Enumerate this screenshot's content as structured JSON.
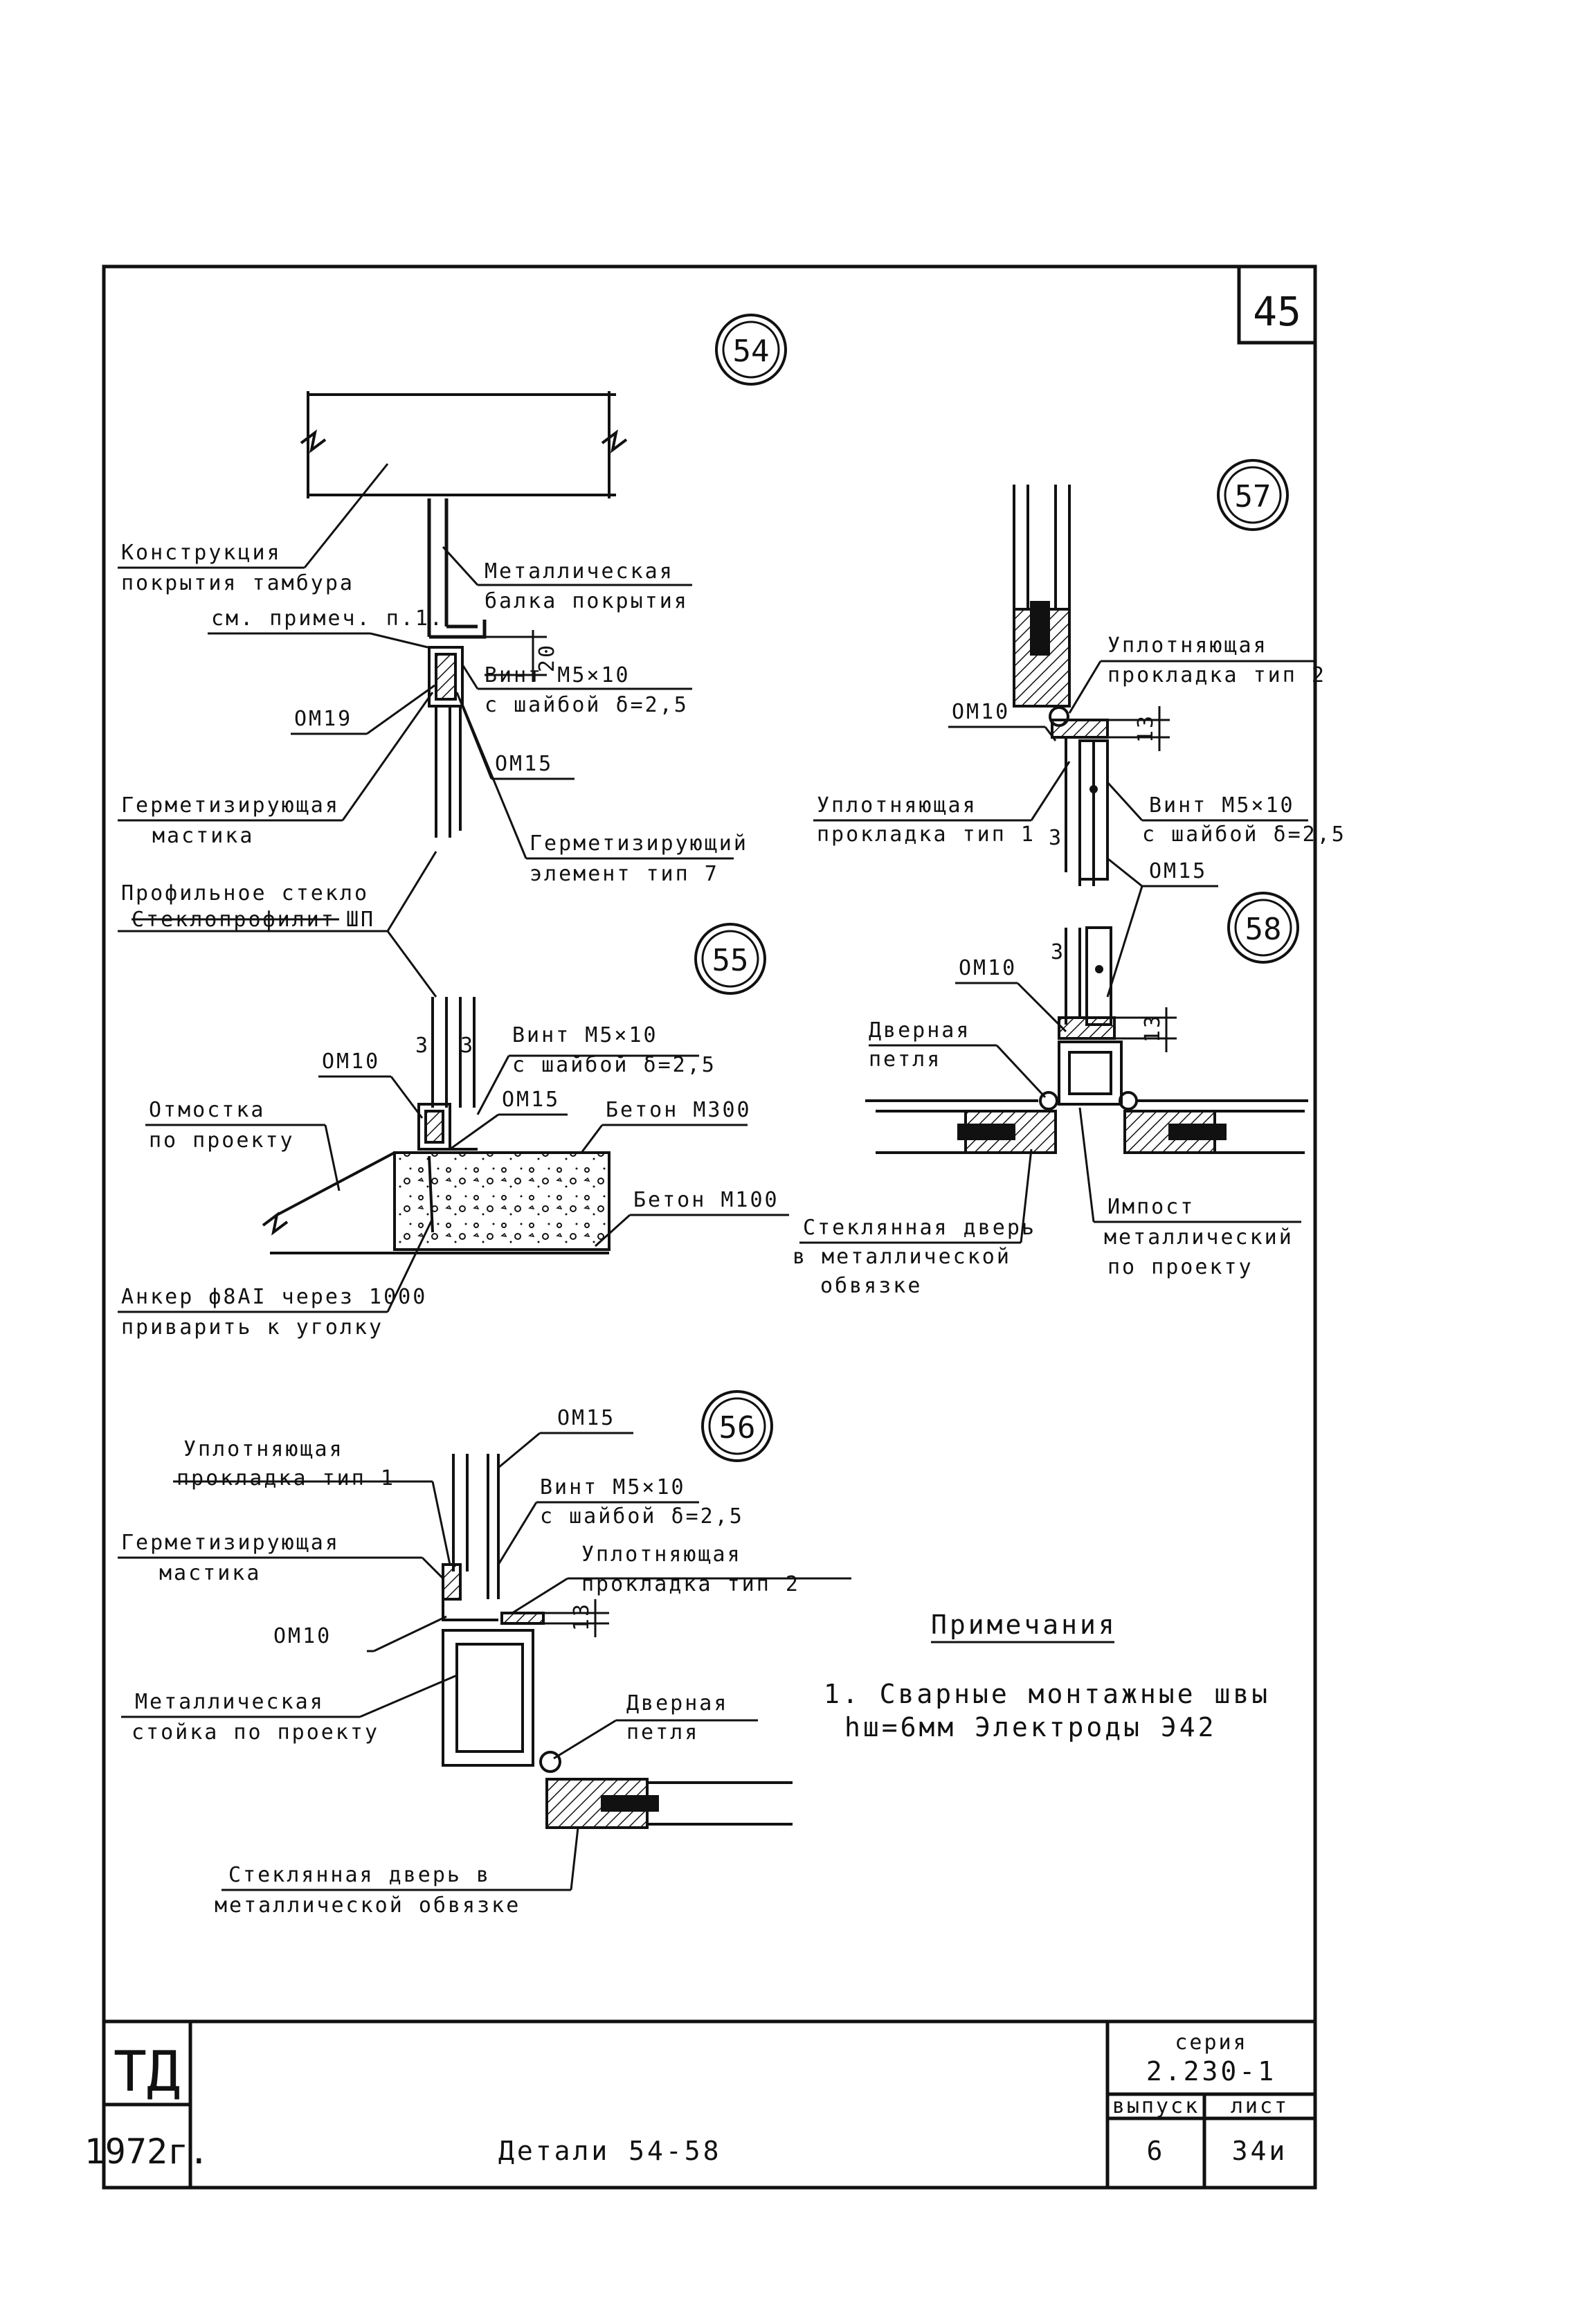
{
  "sheet_number": "45",
  "details": {
    "d54": {
      "marker": "54",
      "construction": [
        "Конструкция",
        "покрытия тамбура"
      ],
      "beam": [
        "Металлическая",
        "балка покрытия"
      ],
      "see_note": "см. примеч. п.1.",
      "dim_20": "20",
      "screw": [
        "Винт М5×10",
        "с шайбой δ=2,5"
      ],
      "om19": "ОМ19",
      "om15": "ОМ15",
      "mastic": [
        "Герметизирующая",
        "мастика"
      ],
      "seal_element": [
        "Герметизирующий",
        "элемент тип 7"
      ]
    },
    "glass": {
      "line1": "Профильное стекло",
      "line2_struck": "Стеклопрофилит",
      "line2_suffix": "ШП"
    },
    "d55": {
      "marker": "55",
      "screw": [
        "Винт М5×10",
        "с шайбой δ=2,5"
      ],
      "om10": "ОМ10",
      "om15": "ОМ15",
      "dim3a": "3",
      "dim3b": "3",
      "paving": [
        "Отмостка",
        "по проекту"
      ],
      "concrete300": "Бетон М300",
      "concrete100": "Бетон М100",
      "anchor": [
        "Анкер ф8АI через 1000",
        "приварить к уголку"
      ]
    },
    "d56": {
      "marker": "56",
      "om15": "ОМ15",
      "gasket1": [
        "Уплотняющая",
        "прокладка тип 1"
      ],
      "screw": [
        "Винт М5×10",
        "с шайбой δ=2,5"
      ],
      "mastic": [
        "Герметизирующая",
        "мастика"
      ],
      "gasket2": [
        "Уплотняющая",
        "прокладка тип 2"
      ],
      "om10": "ОМ10",
      "dim13": "13",
      "post": [
        "Металлическая",
        "стойка по проекту"
      ],
      "hinge": [
        "Дверная",
        "петля"
      ],
      "door": [
        "Стеклянная дверь в",
        "металлической обвязке"
      ]
    },
    "d57": {
      "marker": "57",
      "gasket2": [
        "Уплотняющая",
        "прокладка тип 2"
      ],
      "om10": "ОМ10",
      "dim13": "13",
      "gasket1": [
        "Уплотняющая",
        "прокладка тип 1"
      ],
      "screw": [
        "Винт М5×10",
        "с шайбой δ=2,5"
      ],
      "dim3": "3",
      "om15": "ОМ15"
    },
    "d58": {
      "marker": "58",
      "om10": "ОМ10",
      "dim3": "3",
      "dim13": "13",
      "hinge": [
        "Дверная",
        "петля"
      ],
      "door": [
        "Стеклянная дверь",
        "в металлической",
        "обвязке"
      ],
      "impost": [
        "Импост",
        "металлический",
        "по проекту"
      ]
    }
  },
  "notes": {
    "title": "Примечания",
    "item1_line1": "1. Сварные монтажные швы",
    "item1_line2": "hш=6мм  Электроды Э42"
  },
  "title_block": {
    "logo": "ТД",
    "year": "1972г.",
    "title": "Детали 54-58",
    "series_label": "серия",
    "series_value": "2.230-1",
    "issue_label": "выпуск",
    "issue_value": "6",
    "sheet_label": "лист",
    "sheet_value": "34и"
  }
}
